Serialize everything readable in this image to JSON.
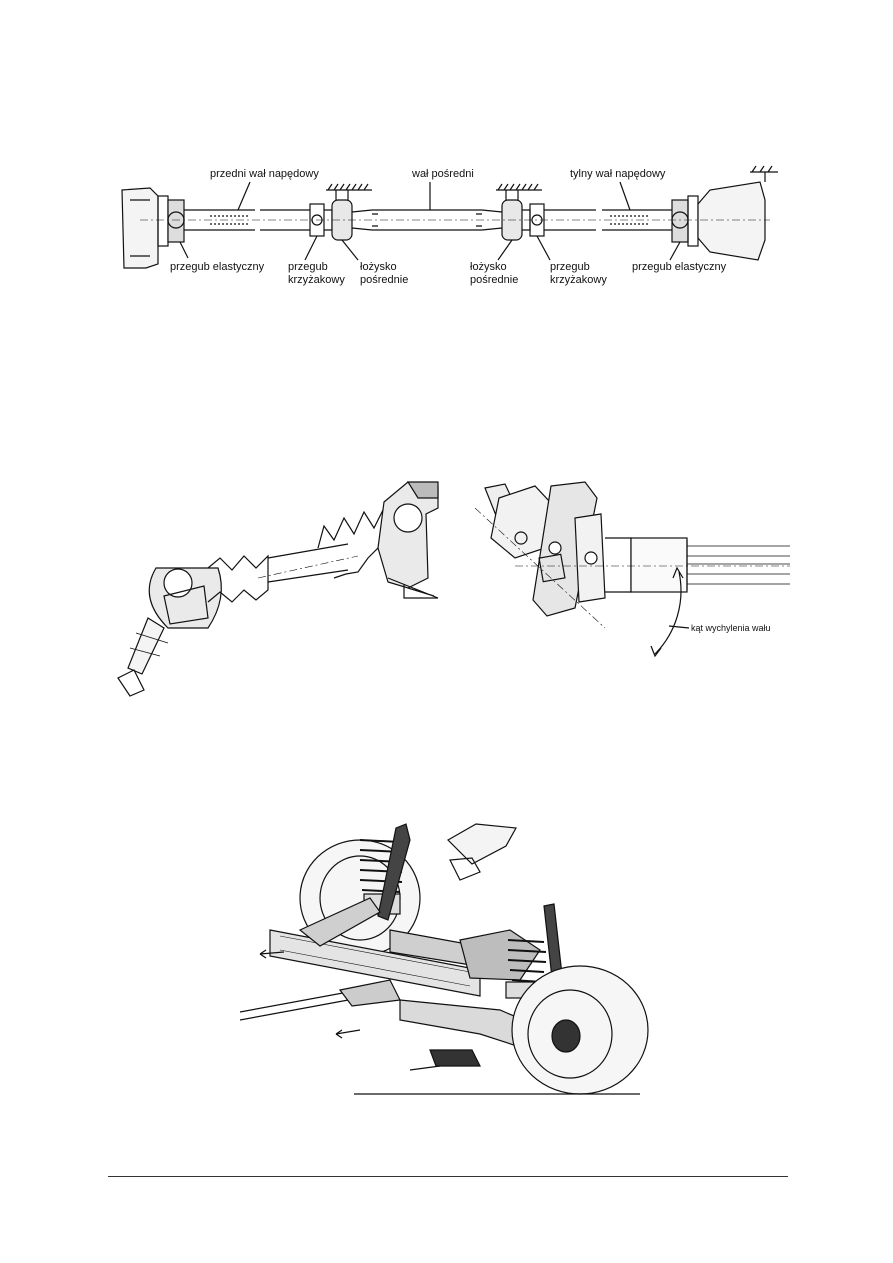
{
  "figure1": {
    "labels": {
      "front_shaft": "przedni wał napędowy",
      "middle_shaft": "wał pośredni",
      "rear_shaft": "tylny wał napędowy",
      "left_elastic_joint": "przegub elastyczny",
      "left_cross_joint_l1": "przegub",
      "left_cross_joint_l2": "krzyżakowy",
      "left_bearing_l1": "łożysko",
      "left_bearing_l2": "pośrednie",
      "right_bearing_l1": "łożysko",
      "right_bearing_l2": "pośrednie",
      "right_cross_joint_l1": "przegub",
      "right_cross_joint_l2": "krzyżakowy",
      "right_elastic_joint": "przegub elastyczny"
    }
  },
  "figure2": {
    "labels": {
      "shaft_angle": "kąt wychylenia wału"
    }
  },
  "figure3": {}
}
